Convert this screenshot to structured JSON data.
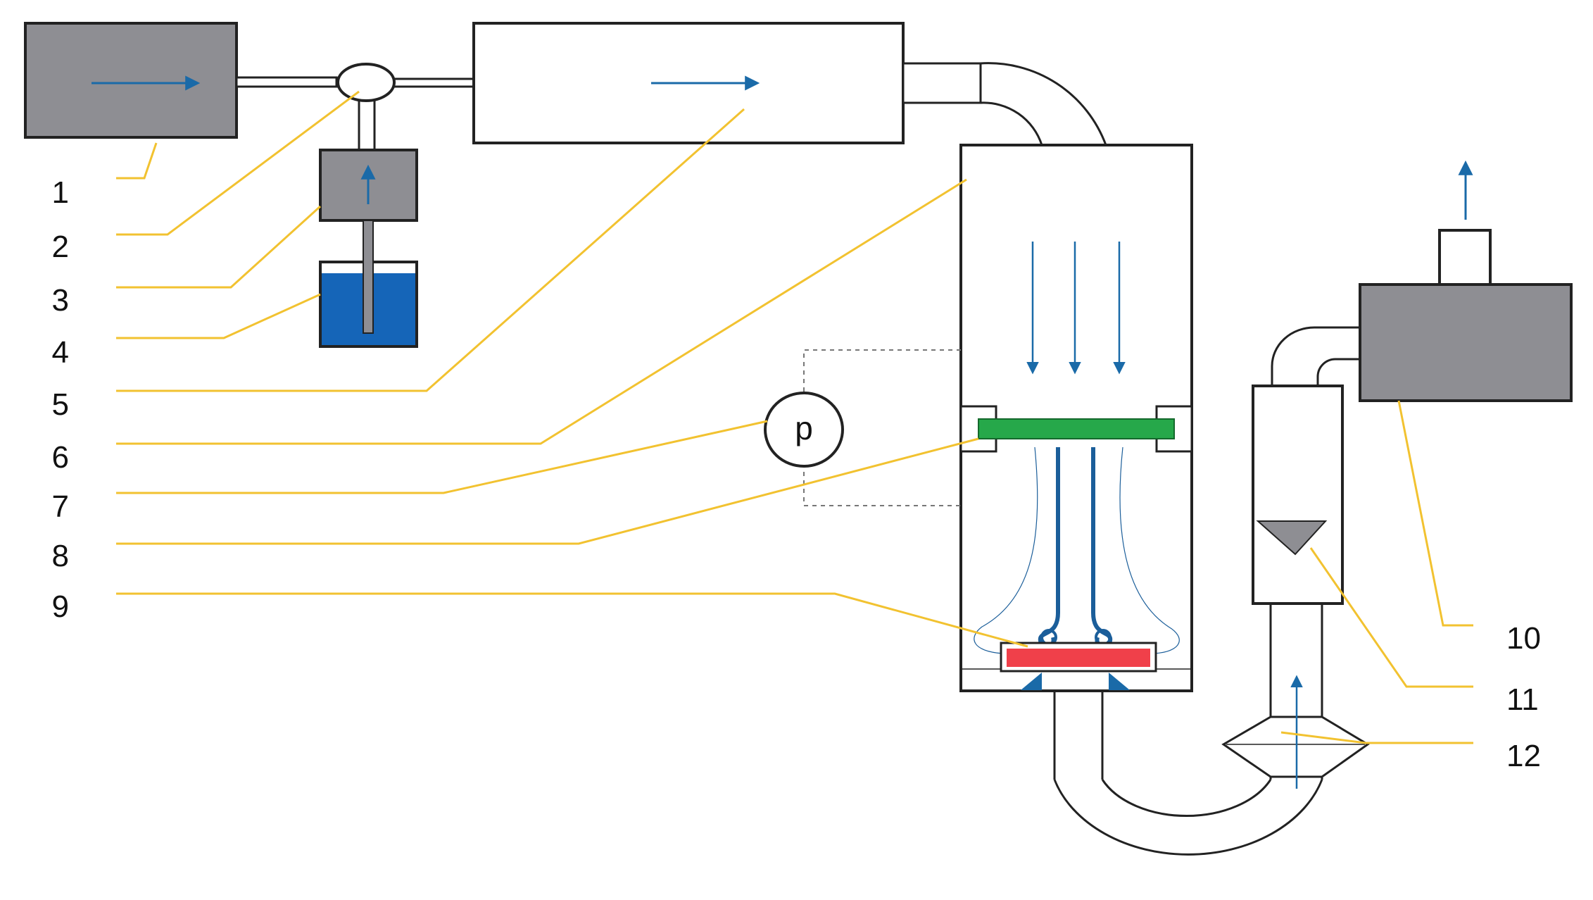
{
  "labels_left": [
    "1",
    "2",
    "3",
    "4",
    "5",
    "6",
    "7",
    "8",
    "9"
  ],
  "labels_right": [
    "10",
    "11",
    "12"
  ],
  "pressure_symbol": "p",
  "colors": {
    "box_gray": "#8e8e93",
    "outline": "#222222",
    "flow_arrow": "#1a6aa8",
    "leader_line": "#f2c230",
    "water": "#1565b8",
    "filter": "#26a84a",
    "heater": "#f0404a",
    "smoke": "#1b5e9a"
  },
  "icons": [
    "flow-arrow-icon",
    "valve-icon",
    "pressure-gauge-icon",
    "flow-cone-icon"
  ]
}
